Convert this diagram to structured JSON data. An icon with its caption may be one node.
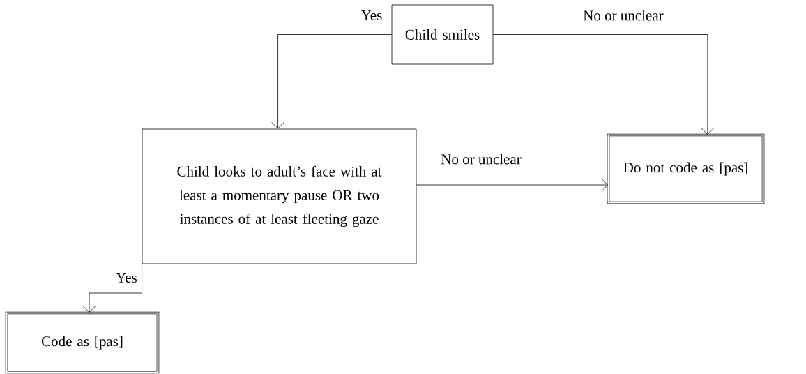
{
  "diagram": {
    "nodes": [
      {
        "text": [
          "Child smiles"
        ]
      },
      {
        "text": [
          "Child looks to adult’s face with at least a momentary pause OR two instances of at least fleeting gaze"
        ]
      },
      {
        "text": [
          "Do not code as [pas]"
        ]
      },
      {
        "text": [
          "Code as [pas]"
        ]
      }
    ],
    "edges": [
      {
        "from": 0,
        "to": 1,
        "arrow": "to",
        "label": "Yes"
      },
      {
        "from": 0,
        "to": 2,
        "arrow": "to",
        "label": "No or unclear"
      },
      {
        "from": 1,
        "to": 2,
        "arrow": "to",
        "label": "No or unclear"
      },
      {
        "from": 1,
        "to": 3,
        "arrow": "to",
        "label": "Yes"
      }
    ]
  }
}
